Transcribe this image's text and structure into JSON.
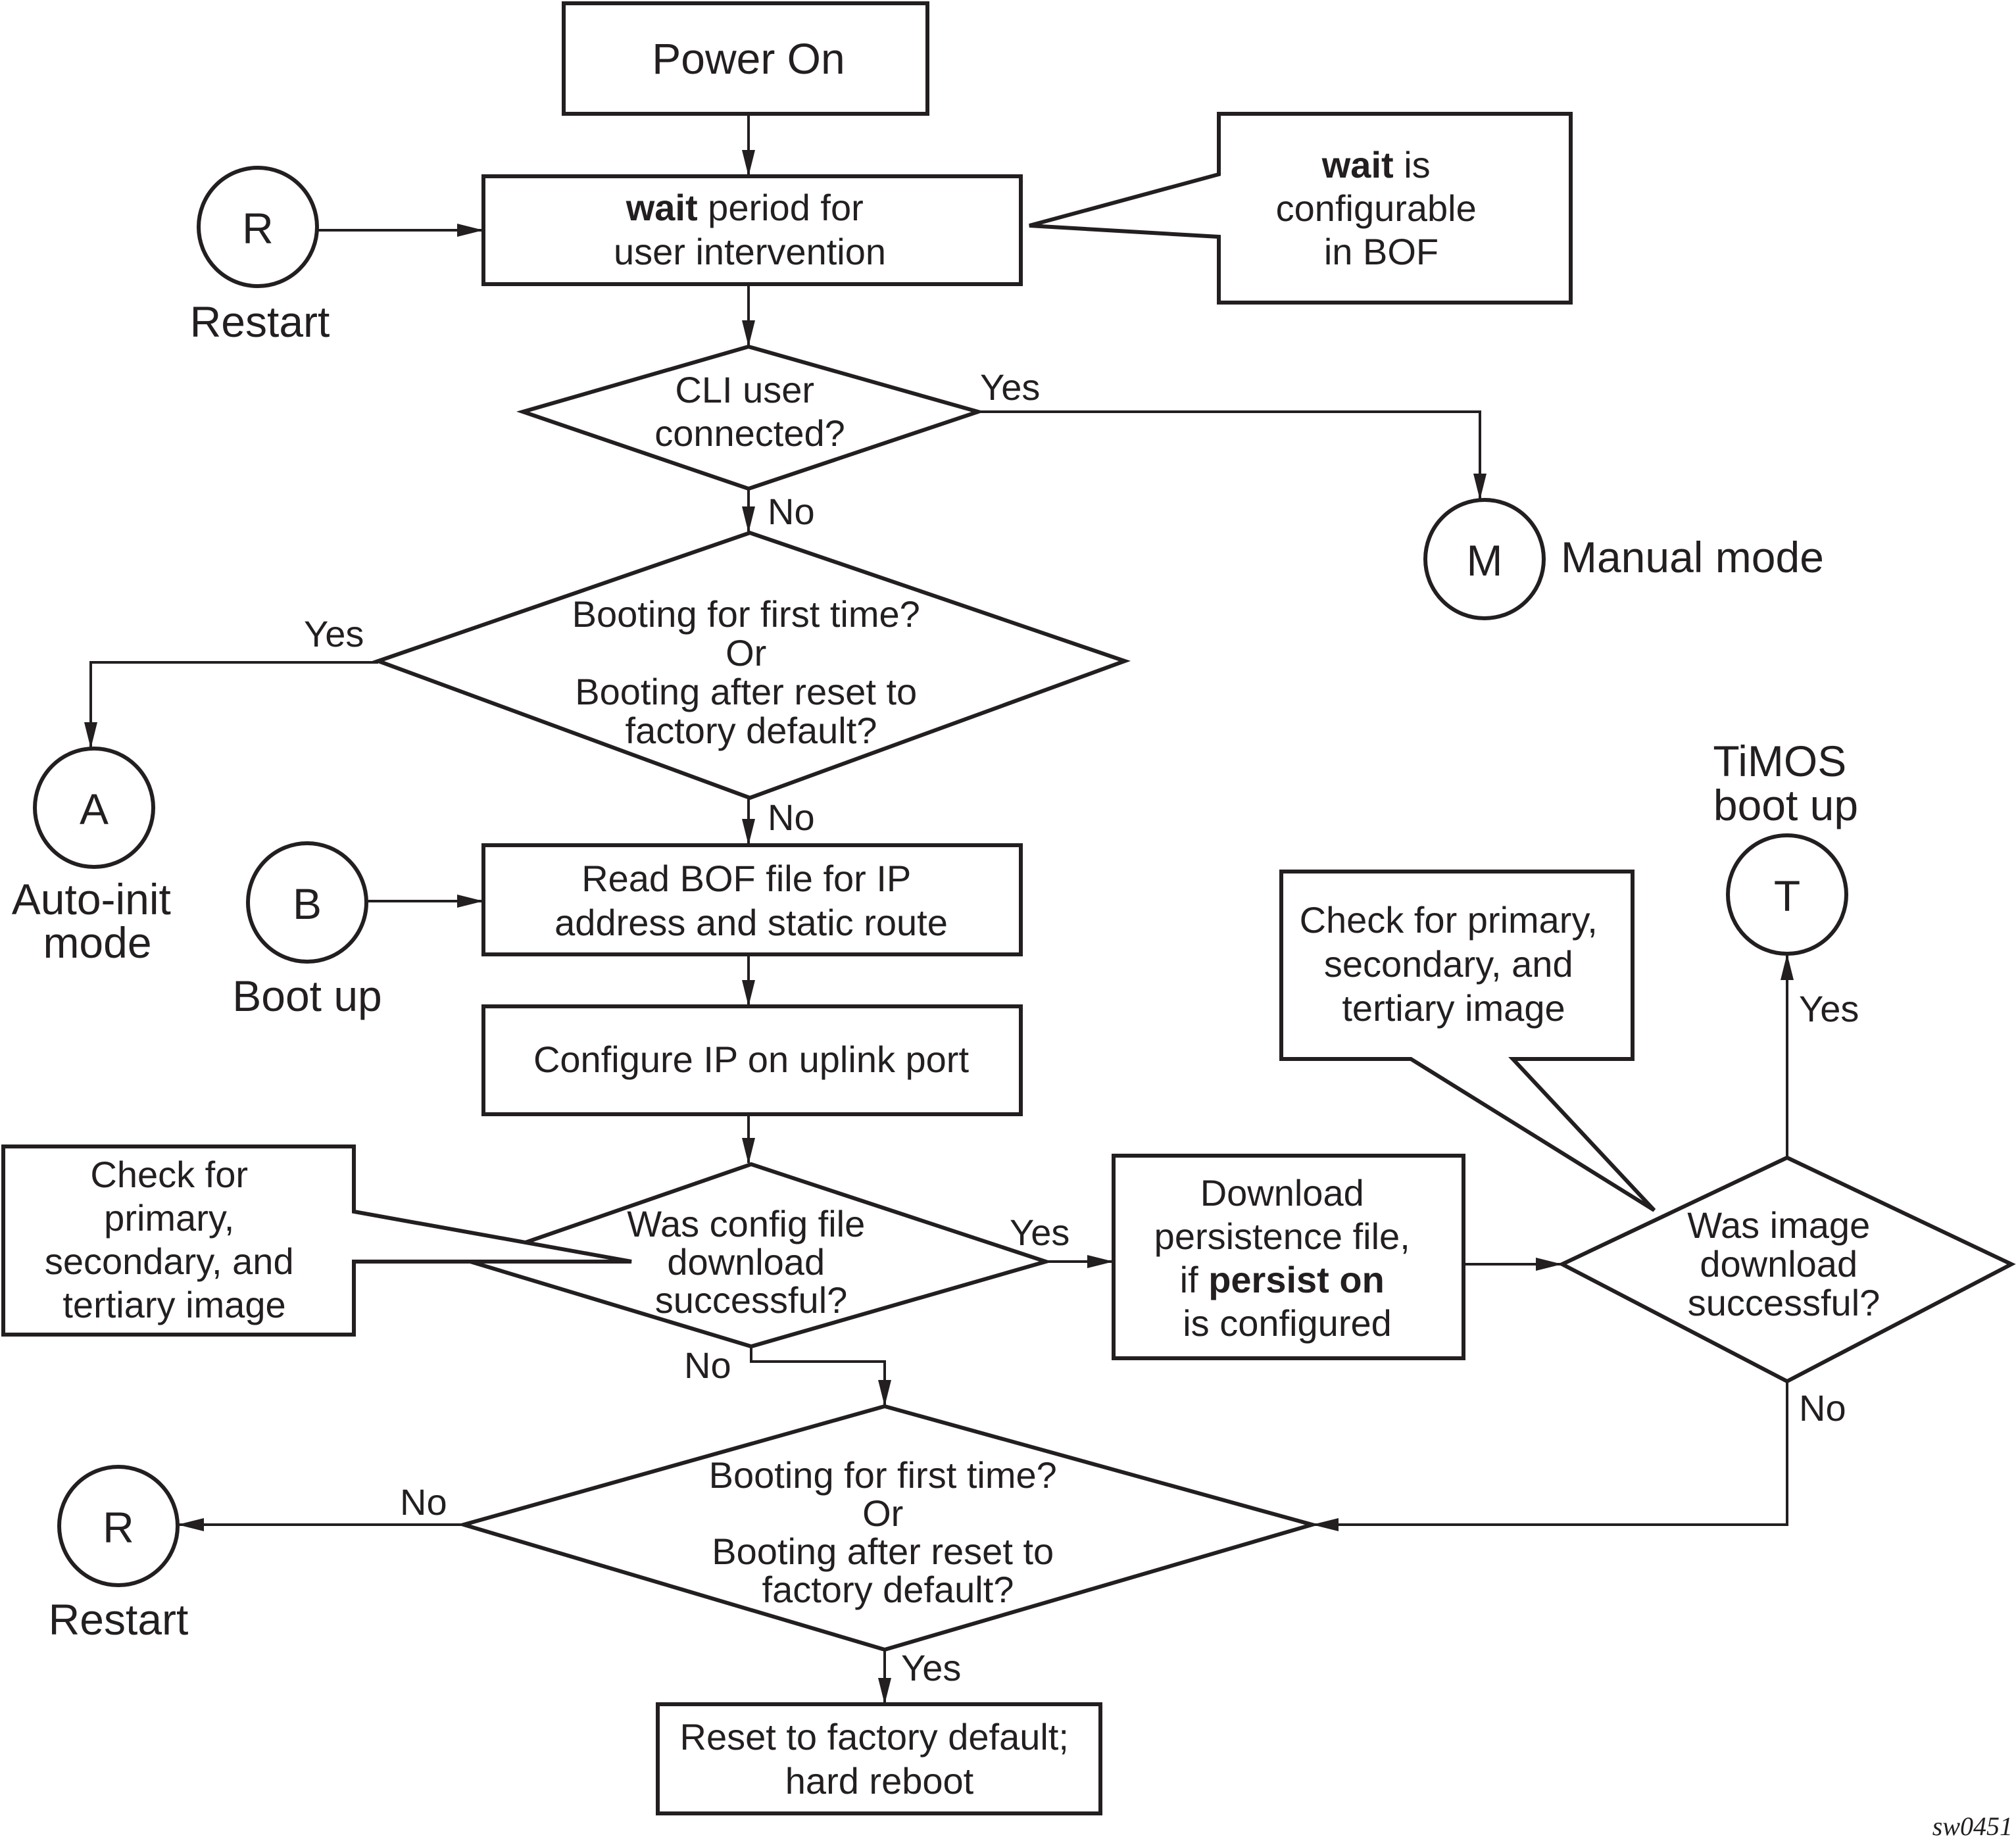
{
  "colors": {
    "line": "#231f20",
    "background": "#ffffff"
  },
  "nodes": {
    "power_on": [
      "Power On"
    ],
    "wait": [
      [
        "wait",
        " period for"
      ],
      "user intervention"
    ],
    "wait_callout": [
      [
        "wait",
        " is"
      ],
      "configurable",
      "in BOF"
    ],
    "cli_user": [
      "CLI user",
      "connected?"
    ],
    "first_boot_1": [
      "Booting for first time?",
      "Or",
      "Booting after reset to",
      "factory default?"
    ],
    "read_bof": [
      "Read BOF file for IP",
      "address and static route"
    ],
    "configure_ip": [
      "Configure IP on uplink port"
    ],
    "config_callout": [
      "Check for",
      "primary,",
      "secondary, and",
      "tertiary image"
    ],
    "config_download": [
      "Was config file",
      "download",
      "successful?"
    ],
    "persistence": [
      "Download",
      "persistence file,",
      [
        "if ",
        "persist on"
      ],
      "is configured"
    ],
    "image_callout": [
      "Check for primary,",
      "secondary, and",
      "tertiary image"
    ],
    "image_download": [
      "Was image",
      "download",
      "successful?"
    ],
    "first_boot_2": [
      "Booting for first time?",
      "Or",
      "Booting after reset to",
      "factory default?"
    ],
    "reset": [
      "Reset to factory default;",
      "hard reboot"
    ]
  },
  "connectors": {
    "restart_top": {
      "letter": "R",
      "label": [
        "Restart"
      ]
    },
    "manual": {
      "letter": "M",
      "label": [
        "Manual mode"
      ]
    },
    "auto_init": {
      "letter": "A",
      "label": [
        "Auto-init",
        "mode"
      ]
    },
    "boot_up": {
      "letter": "B",
      "label": [
        "Boot up"
      ]
    },
    "timos": {
      "letter": "T",
      "label": [
        "TiMOS",
        "boot up"
      ]
    },
    "restart_bottom": {
      "letter": "R",
      "label": [
        "Restart"
      ]
    }
  },
  "edge_labels": {
    "cli_yes": "Yes",
    "cli_no": "No",
    "first1_yes": "Yes",
    "first1_no": "No",
    "config_yes": "Yes",
    "config_no": "No",
    "image_yes": "Yes",
    "image_no": "No",
    "first2_no": "No",
    "first2_yes": "Yes"
  },
  "figure_id": "sw0451"
}
